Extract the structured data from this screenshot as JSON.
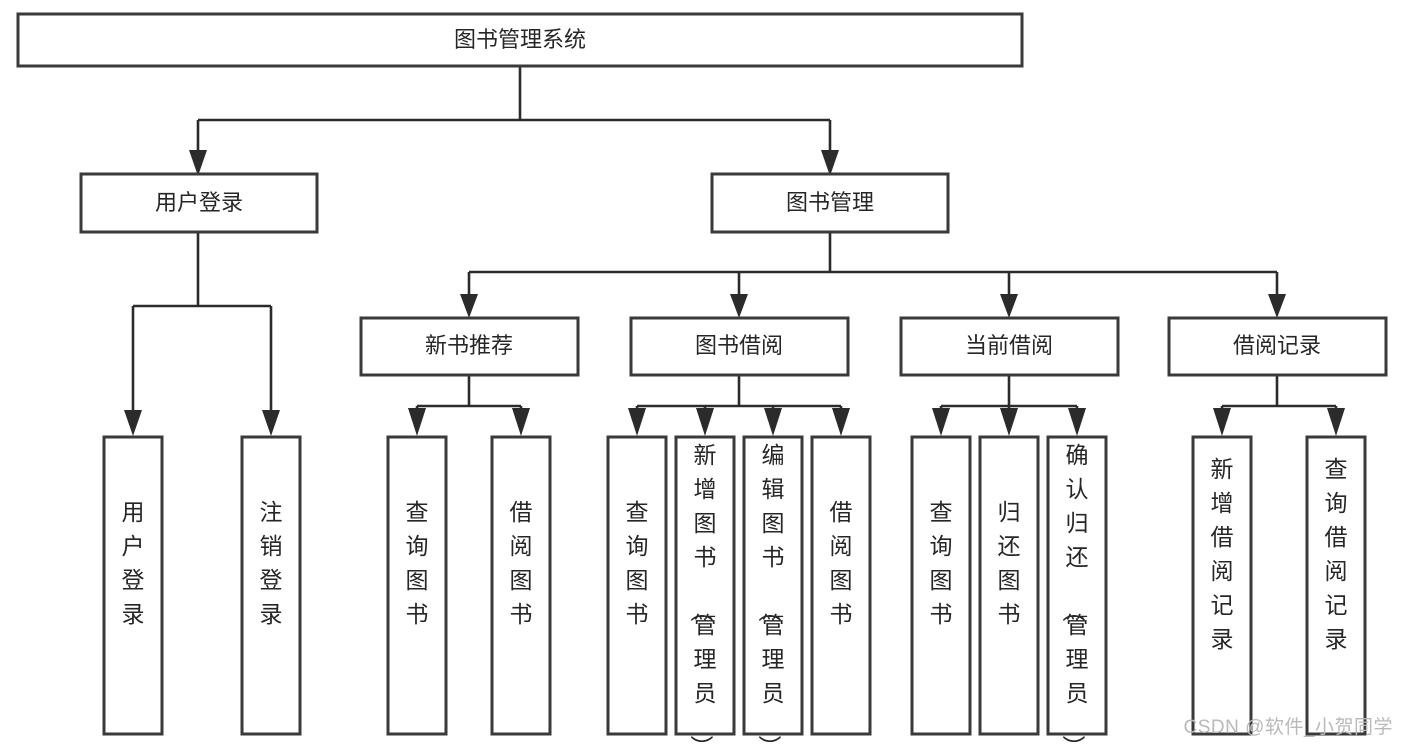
{
  "diagram": {
    "type": "tree-hierarchy-flowchart",
    "title": "图书管理系统",
    "orientation": "top-down",
    "box_fill": "#ffffff",
    "box_stroke": "#3a3a3a",
    "connector_color": "#2b2b2b",
    "background": "#ffffff"
  },
  "root": {
    "label": "图书管理系统"
  },
  "level1": [
    {
      "label": "用户登录"
    },
    {
      "label": "图书管理"
    }
  ],
  "level2": [
    {
      "label": "新书推荐"
    },
    {
      "label": "图书借阅"
    },
    {
      "label": "当前借阅"
    },
    {
      "label": "借阅记录"
    }
  ],
  "leaves": {
    "user_login": [
      {
        "label": "用户登录"
      },
      {
        "label": "注销登录"
      }
    ],
    "new_book_recommend": [
      {
        "label": "查询图书"
      },
      {
        "label": "借阅图书"
      }
    ],
    "book_borrow": [
      {
        "label": "查询图书"
      },
      {
        "label": "新增图书（管理员）"
      },
      {
        "label": "编辑图书（管理员）"
      },
      {
        "label": "借阅图书"
      }
    ],
    "current_borrow": [
      {
        "label": "查询图书"
      },
      {
        "label": "归还图书"
      },
      {
        "label": "确认归还（管理员）"
      }
    ],
    "borrow_record": [
      {
        "label": "新增借阅记录"
      },
      {
        "label": "查询借阅记录"
      }
    ]
  },
  "watermark": {
    "text": "CSDN @软件_小贺同学"
  }
}
